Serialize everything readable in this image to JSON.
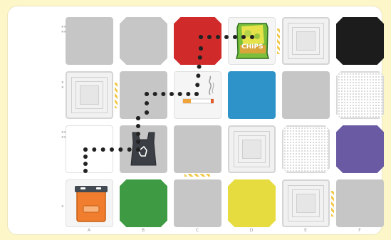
{
  "board": {
    "column_labels": [
      "A",
      "B",
      "C",
      "D",
      "E",
      "F"
    ],
    "colors": {
      "red": "#d02a2a",
      "black": "#1c1c1c",
      "blue": "#2e93c8",
      "purple": "#6a5aa4",
      "green": "#3e9b43",
      "yellow": "#e6dc3f",
      "gray": "#c6c6c6",
      "path_dots": "#222222"
    },
    "items": {
      "chips_label": "CHIPS",
      "cigarette": "cigarette",
      "bag": "recycle-bag",
      "bin": "orange-bin"
    }
  }
}
